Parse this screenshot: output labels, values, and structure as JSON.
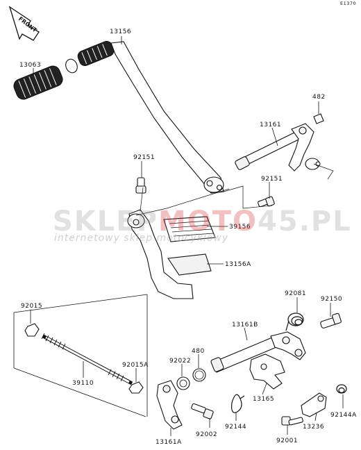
{
  "diagram": {
    "code": "E1370",
    "front_label": "FRONT",
    "watermark": {
      "brand_left": "SKLEP",
      "brand_mid": "MOTO",
      "brand_right": "45.PL",
      "tagline": "internetowy sklep motocyklowy",
      "accent_color": "#d33030",
      "gray_color": "#9a9a9a"
    },
    "part_labels": [
      {
        "id": "13156",
        "text": "13156"
      },
      {
        "id": "13063",
        "text": "13063"
      },
      {
        "id": "482",
        "text": "482"
      },
      {
        "id": "13161",
        "text": "13161"
      },
      {
        "id": "92151a",
        "text": "92151"
      },
      {
        "id": "92151b",
        "text": "92151"
      },
      {
        "id": "39156",
        "text": "39156"
      },
      {
        "id": "13156A",
        "text": "13156A"
      },
      {
        "id": "92015",
        "text": "92015"
      },
      {
        "id": "92081",
        "text": "92081"
      },
      {
        "id": "92150",
        "text": "92150"
      },
      {
        "id": "13161B",
        "text": "13161B"
      },
      {
        "id": "480",
        "text": "480"
      },
      {
        "id": "92022",
        "text": "92022"
      },
      {
        "id": "92015A",
        "text": "92015A"
      },
      {
        "id": "39110",
        "text": "39110"
      },
      {
        "id": "13165",
        "text": "13165"
      },
      {
        "id": "92144",
        "text": "92144"
      },
      {
        "id": "92002",
        "text": "92002"
      },
      {
        "id": "13161A",
        "text": "13161A"
      },
      {
        "id": "92144A",
        "text": "92144A"
      },
      {
        "id": "13236",
        "text": "13236"
      },
      {
        "id": "92001",
        "text": "92001"
      }
    ]
  }
}
